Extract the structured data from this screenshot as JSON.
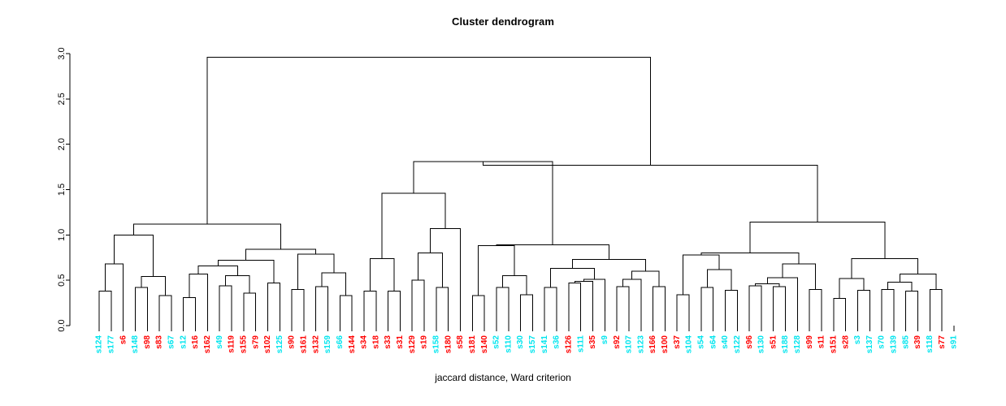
{
  "chart_data": {
    "type": "dendrogram",
    "title": "Cluster dendrogram",
    "xlabel": "jaccard distance, Ward criterion",
    "ylabel": "",
    "ylim": [
      0.0,
      3.0
    ],
    "yticks": [
      0.0,
      0.5,
      1.0,
      1.5,
      2.0,
      2.5,
      3.0
    ],
    "ytick_labels": [
      "0.0",
      "0.5",
      "1.0",
      "1.5",
      "2.0",
      "2.5",
      "3.0"
    ],
    "grid": false,
    "legend": null,
    "label_colors": {
      "group_a": "#FF0000",
      "group_b": "#00E5EE"
    },
    "leaves": [
      {
        "label": "s124",
        "color": "#00E5EE"
      },
      {
        "label": "s177",
        "color": "#00E5EE"
      },
      {
        "label": "s6",
        "color": "#FF0000"
      },
      {
        "label": "s148",
        "color": "#00E5EE"
      },
      {
        "label": "s98",
        "color": "#FF0000"
      },
      {
        "label": "s83",
        "color": "#FF0000"
      },
      {
        "label": "s67",
        "color": "#00E5EE"
      },
      {
        "label": "s12",
        "color": "#00E5EE"
      },
      {
        "label": "s16",
        "color": "#FF0000"
      },
      {
        "label": "s162",
        "color": "#FF0000"
      },
      {
        "label": "s49",
        "color": "#00E5EE"
      },
      {
        "label": "s119",
        "color": "#FF0000"
      },
      {
        "label": "s155",
        "color": "#FF0000"
      },
      {
        "label": "s79",
        "color": "#FF0000"
      },
      {
        "label": "s102",
        "color": "#FF0000"
      },
      {
        "label": "s125",
        "color": "#00E5EE"
      },
      {
        "label": "s90",
        "color": "#FF0000"
      },
      {
        "label": "s161",
        "color": "#FF0000"
      },
      {
        "label": "s132",
        "color": "#FF0000"
      },
      {
        "label": "s159",
        "color": "#00E5EE"
      },
      {
        "label": "s66",
        "color": "#00E5EE"
      },
      {
        "label": "s144",
        "color": "#FF0000"
      },
      {
        "label": "s34",
        "color": "#FF0000"
      },
      {
        "label": "s18",
        "color": "#FF0000"
      },
      {
        "label": "s33",
        "color": "#FF0000"
      },
      {
        "label": "s31",
        "color": "#FF0000"
      },
      {
        "label": "s129",
        "color": "#FF0000"
      },
      {
        "label": "s19",
        "color": "#FF0000"
      },
      {
        "label": "s158",
        "color": "#00E5EE"
      },
      {
        "label": "s180",
        "color": "#FF0000"
      },
      {
        "label": "s58",
        "color": "#FF0000"
      },
      {
        "label": "s181",
        "color": "#FF0000"
      },
      {
        "label": "s140",
        "color": "#FF0000"
      },
      {
        "label": "s52",
        "color": "#00E5EE"
      },
      {
        "label": "s110",
        "color": "#00E5EE"
      },
      {
        "label": "s30",
        "color": "#00E5EE"
      },
      {
        "label": "s157",
        "color": "#00E5EE"
      },
      {
        "label": "s141",
        "color": "#00E5EE"
      },
      {
        "label": "s36",
        "color": "#00E5EE"
      },
      {
        "label": "s126",
        "color": "#FF0000"
      },
      {
        "label": "s111",
        "color": "#00E5EE"
      },
      {
        "label": "s35",
        "color": "#FF0000"
      },
      {
        "label": "s9",
        "color": "#00E5EE"
      },
      {
        "label": "s92",
        "color": "#FF0000"
      },
      {
        "label": "s107",
        "color": "#00E5EE"
      },
      {
        "label": "s123",
        "color": "#00E5EE"
      },
      {
        "label": "s166",
        "color": "#FF0000"
      },
      {
        "label": "s100",
        "color": "#FF0000"
      },
      {
        "label": "s37",
        "color": "#FF0000"
      },
      {
        "label": "s104",
        "color": "#00E5EE"
      },
      {
        "label": "s54",
        "color": "#00E5EE"
      },
      {
        "label": "s64",
        "color": "#00E5EE"
      },
      {
        "label": "s40",
        "color": "#00E5EE"
      },
      {
        "label": "s122",
        "color": "#00E5EE"
      },
      {
        "label": "s96",
        "color": "#FF0000"
      },
      {
        "label": "s130",
        "color": "#00E5EE"
      },
      {
        "label": "s51",
        "color": "#FF0000"
      },
      {
        "label": "s188",
        "color": "#00E5EE"
      },
      {
        "label": "s128",
        "color": "#00E5EE"
      },
      {
        "label": "s99",
        "color": "#FF0000"
      },
      {
        "label": "s11",
        "color": "#FF0000"
      },
      {
        "label": "s151",
        "color": "#FF0000"
      },
      {
        "label": "s28",
        "color": "#FF0000"
      },
      {
        "label": "s3",
        "color": "#00E5EE"
      },
      {
        "label": "s137",
        "color": "#00E5EE"
      },
      {
        "label": "s70",
        "color": "#00E5EE"
      },
      {
        "label": "s139",
        "color": "#00E5EE"
      },
      {
        "label": "s85",
        "color": "#00E5EE"
      },
      {
        "label": "s39",
        "color": "#FF0000"
      },
      {
        "label": "s118",
        "color": "#00E5EE"
      },
      {
        "label": "s77",
        "color": "#FF0000"
      },
      {
        "label": "s91",
        "color": "#00E5EE"
      }
    ],
    "merges": [
      {
        "id": "m1",
        "left": {
          "leaf": 0
        },
        "right": {
          "leaf": 1
        },
        "height": 0.38
      },
      {
        "id": "m2",
        "left": {
          "node": "m1"
        },
        "right": {
          "leaf": 2
        },
        "height": 0.68
      },
      {
        "id": "m3",
        "left": {
          "leaf": 3
        },
        "right": {
          "leaf": 4
        },
        "height": 0.42
      },
      {
        "id": "m4",
        "left": {
          "leaf": 5
        },
        "right": {
          "leaf": 6
        },
        "height": 0.33
      },
      {
        "id": "m5",
        "left": {
          "node": "m3"
        },
        "right": {
          "node": "m4"
        },
        "height": 0.54
      },
      {
        "id": "m6",
        "left": {
          "node": "m2"
        },
        "right": {
          "node": "m5"
        },
        "height": 1.0
      },
      {
        "id": "m7",
        "left": {
          "leaf": 7
        },
        "right": {
          "leaf": 8
        },
        "height": 0.31
      },
      {
        "id": "m8",
        "left": {
          "node": "m7"
        },
        "right": {
          "leaf": 9
        },
        "height": 0.57
      },
      {
        "id": "m9",
        "left": {
          "leaf": 10
        },
        "right": {
          "leaf": 11
        },
        "height": 0.44
      },
      {
        "id": "m10",
        "left": {
          "leaf": 12
        },
        "right": {
          "leaf": 13
        },
        "height": 0.36
      },
      {
        "id": "m11",
        "left": {
          "node": "m9"
        },
        "right": {
          "node": "m10"
        },
        "height": 0.55
      },
      {
        "id": "m12",
        "left": {
          "node": "m8"
        },
        "right": {
          "node": "m11"
        },
        "height": 0.66
      },
      {
        "id": "m13",
        "left": {
          "leaf": 14
        },
        "right": {
          "leaf": 15
        },
        "height": 0.47
      },
      {
        "id": "m14",
        "left": {
          "node": "m12"
        },
        "right": {
          "node": "m13"
        },
        "height": 0.72
      },
      {
        "id": "m15",
        "left": {
          "leaf": 16
        },
        "right": {
          "leaf": 17
        },
        "height": 0.4
      },
      {
        "id": "m16",
        "left": {
          "leaf": 18
        },
        "right": {
          "leaf": 19
        },
        "height": 0.43
      },
      {
        "id": "m17",
        "left": {
          "leaf": 20
        },
        "right": {
          "leaf": 21
        },
        "height": 0.33
      },
      {
        "id": "m18",
        "left": {
          "node": "m16"
        },
        "right": {
          "node": "m17"
        },
        "height": 0.58
      },
      {
        "id": "m19",
        "left": {
          "node": "m15"
        },
        "right": {
          "node": "m18"
        },
        "height": 0.79
      },
      {
        "id": "m20",
        "left": {
          "node": "m14"
        },
        "right": {
          "node": "m19"
        },
        "height": 0.84
      },
      {
        "id": "m21",
        "left": {
          "node": "m6"
        },
        "right": {
          "node": "m20"
        },
        "height": 1.12
      },
      {
        "id": "m22",
        "left": {
          "leaf": 22
        },
        "right": {
          "leaf": 23
        },
        "height": 0.38
      },
      {
        "id": "m23",
        "left": {
          "leaf": 24
        },
        "right": {
          "leaf": 25
        },
        "height": 0.38
      },
      {
        "id": "m24",
        "left": {
          "node": "m22"
        },
        "right": {
          "node": "m23"
        },
        "height": 0.74
      },
      {
        "id": "m25",
        "left": {
          "leaf": 26
        },
        "right": {
          "leaf": 27
        },
        "height": 0.5
      },
      {
        "id": "m26",
        "left": {
          "leaf": 28
        },
        "right": {
          "leaf": 29
        },
        "height": 0.42
      },
      {
        "id": "m27",
        "left": {
          "node": "m25"
        },
        "right": {
          "node": "m26"
        },
        "height": 0.8
      },
      {
        "id": "m28",
        "left": {
          "node": "m27"
        },
        "right": {
          "leaf": 30
        },
        "height": 1.07
      },
      {
        "id": "m29",
        "left": {
          "node": "m24"
        },
        "right": {
          "node": "m28"
        },
        "height": 1.46
      },
      {
        "id": "m30",
        "left": {
          "leaf": 31
        },
        "right": {
          "leaf": 32
        },
        "height": 0.33
      },
      {
        "id": "m31",
        "left": {
          "leaf": 33
        },
        "right": {
          "leaf": 34
        },
        "height": 0.42
      },
      {
        "id": "m32",
        "left": {
          "leaf": 35
        },
        "right": {
          "leaf": 36
        },
        "height": 0.34
      },
      {
        "id": "m33",
        "left": {
          "node": "m31"
        },
        "right": {
          "node": "m32"
        },
        "height": 0.55
      },
      {
        "id": "m34",
        "left": {
          "node": "m30"
        },
        "right": {
          "node": "m33"
        },
        "height": 0.88
      },
      {
        "id": "m35",
        "left": {
          "leaf": 37
        },
        "right": {
          "leaf": 38
        },
        "height": 0.42
      },
      {
        "id": "m36",
        "left": {
          "leaf": 39
        },
        "right": {
          "leaf": 40
        },
        "height": 0.47
      },
      {
        "id": "m37",
        "left": {
          "node": "m36"
        },
        "right": {
          "leaf": 41
        },
        "height": 0.49
      },
      {
        "id": "m38",
        "left": {
          "node": "m37"
        },
        "right": {
          "leaf": 42
        },
        "height": 0.51
      },
      {
        "id": "m39",
        "left": {
          "node": "m35"
        },
        "right": {
          "node": "m38"
        },
        "height": 0.63
      },
      {
        "id": "m40",
        "left": {
          "leaf": 43
        },
        "right": {
          "leaf": 44
        },
        "height": 0.43
      },
      {
        "id": "m41",
        "left": {
          "node": "m40"
        },
        "right": {
          "leaf": 45
        },
        "height": 0.51
      },
      {
        "id": "m42",
        "left": {
          "leaf": 46
        },
        "right": {
          "leaf": 47
        },
        "height": 0.43
      },
      {
        "id": "m43",
        "left": {
          "node": "m41"
        },
        "right": {
          "node": "m42"
        },
        "height": 0.6
      },
      {
        "id": "m44",
        "left": {
          "node": "m39"
        },
        "right": {
          "node": "m43"
        },
        "height": 0.73
      },
      {
        "id": "m45",
        "left": {
          "node": "m34"
        },
        "right": {
          "node": "m44"
        },
        "height": 0.89
      },
      {
        "id": "m46",
        "left": {
          "node": "m29"
        },
        "right": {
          "node": "m45"
        },
        "height": 1.81
      },
      {
        "id": "m47",
        "left": {
          "leaf": 48
        },
        "right": {
          "leaf": 49
        },
        "height": 0.34
      },
      {
        "id": "m48",
        "left": {
          "leaf": 50
        },
        "right": {
          "leaf": 51
        },
        "height": 0.42
      },
      {
        "id": "m49",
        "left": {
          "leaf": 52
        },
        "right": {
          "leaf": 53
        },
        "height": 0.39
      },
      {
        "id": "m50",
        "left": {
          "node": "m48"
        },
        "right": {
          "node": "m49"
        },
        "height": 0.62
      },
      {
        "id": "m51",
        "left": {
          "node": "m47"
        },
        "right": {
          "node": "m50"
        },
        "height": 0.78
      },
      {
        "id": "m52",
        "left": {
          "leaf": 54
        },
        "right": {
          "leaf": 55
        },
        "height": 0.44
      },
      {
        "id": "m53",
        "left": {
          "leaf": 56
        },
        "right": {
          "leaf": 57
        },
        "height": 0.43
      },
      {
        "id": "m54",
        "left": {
          "node": "m52"
        },
        "right": {
          "node": "m53"
        },
        "height": 0.46
      },
      {
        "id": "m55",
        "left": {
          "node": "m54"
        },
        "right": {
          "leaf": 58
        },
        "height": 0.53
      },
      {
        "id": "m56",
        "left": {
          "leaf": 59
        },
        "right": {
          "leaf": 60
        },
        "height": 0.4
      },
      {
        "id": "m57",
        "left": {
          "node": "m55"
        },
        "right": {
          "node": "m56"
        },
        "height": 0.68
      },
      {
        "id": "m58",
        "left": {
          "node": "m51"
        },
        "right": {
          "node": "m57"
        },
        "height": 0.8
      },
      {
        "id": "m59",
        "left": {
          "leaf": 61
        },
        "right": {
          "leaf": 62
        },
        "height": 0.3
      },
      {
        "id": "m60",
        "left": {
          "leaf": 63
        },
        "right": {
          "leaf": 64
        },
        "height": 0.39
      },
      {
        "id": "m61",
        "left": {
          "node": "m59"
        },
        "right": {
          "node": "m60"
        },
        "height": 0.52
      },
      {
        "id": "m62",
        "left": {
          "leaf": 65
        },
        "right": {
          "leaf": 66
        },
        "height": 0.4
      },
      {
        "id": "m63",
        "left": {
          "leaf": 67
        },
        "right": {
          "leaf": 68
        },
        "height": 0.38
      },
      {
        "id": "m64",
        "left": {
          "node": "m62"
        },
        "right": {
          "node": "m63"
        },
        "height": 0.48
      },
      {
        "id": "m65",
        "left": {
          "leaf": 69
        },
        "right": {
          "leaf": 70
        },
        "height": 0.4
      },
      {
        "id": "m66",
        "left": {
          "node": "m64"
        },
        "right": {
          "node": "m65"
        },
        "height": 0.57
      },
      {
        "id": "m67",
        "left": {
          "node": "m61"
        },
        "right": {
          "node": "m66"
        },
        "height": 0.74
      },
      {
        "id": "m68",
        "left": {
          "node": "m58"
        },
        "right": {
          "node": "m67"
        },
        "height": 1.14
      },
      {
        "id": "m69",
        "left": {
          "node": "m46"
        },
        "right": {
          "node": "m68"
        },
        "height": 1.77
      },
      {
        "id": "m70",
        "left": {
          "node": "m21"
        },
        "right": {
          "node": "m69"
        },
        "height": 2.96
      }
    ]
  }
}
